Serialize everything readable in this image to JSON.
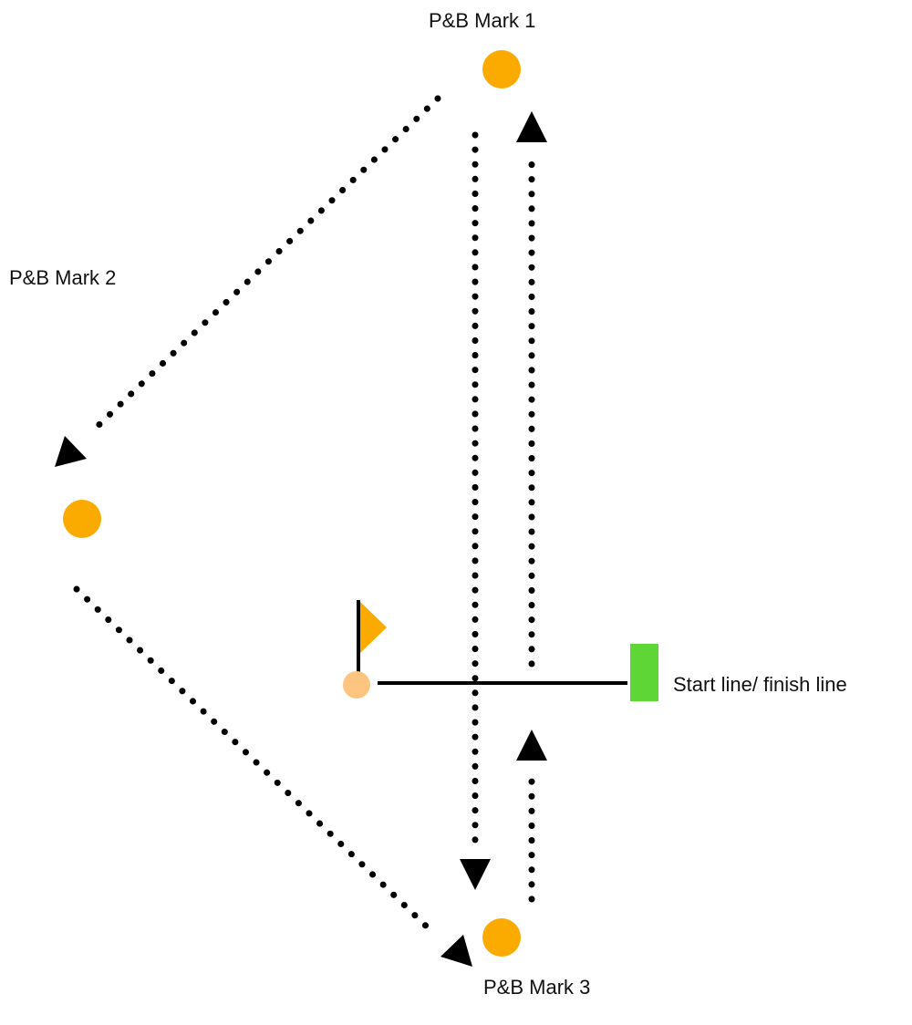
{
  "labels": {
    "mark_1": "P&B Mark 1",
    "mark_2": "P&B Mark 2",
    "mark_3": "P&B Mark 3",
    "start_finish": "Start line/ finish line"
  },
  "colors": {
    "mark": "#FBAA00",
    "committee_boat": "#FDC57F",
    "flag": "#FBAA00",
    "pin": "#5DD636",
    "route": "#000000",
    "start_line": "#000000"
  },
  "legs": [
    {
      "from": "start",
      "to": "P&B Mark 1",
      "direction": "upwind"
    },
    {
      "from": "P&B Mark 1",
      "to": "P&B Mark 2",
      "direction": "reach"
    },
    {
      "from": "P&B Mark 2",
      "to": "P&B Mark 3",
      "direction": "reach"
    },
    {
      "from": "P&B Mark 3",
      "to": "start line/ finish line",
      "direction": "upwind"
    },
    {
      "from": "P&B Mark 1",
      "to": "P&B Mark 3",
      "direction": "run"
    }
  ]
}
